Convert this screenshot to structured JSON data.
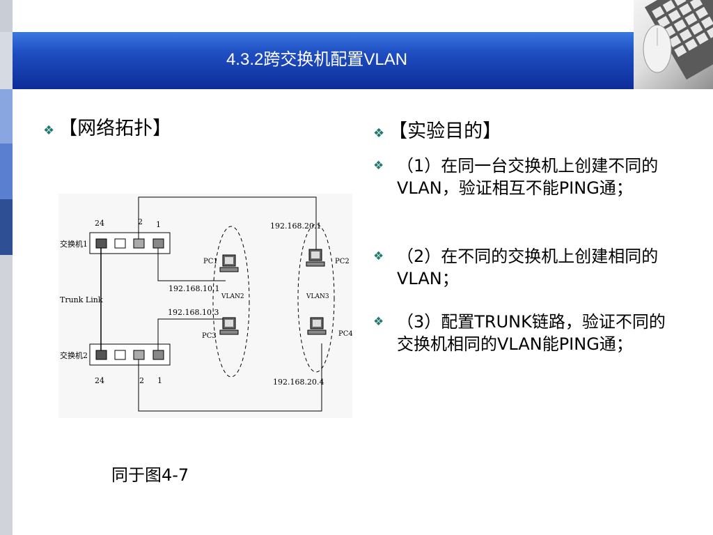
{
  "title": "4.3.2跨交换机配置VLAN",
  "left": {
    "heading": "【网络拓扑】",
    "caption": "同于图4-7"
  },
  "right": {
    "heading": "【实验目的】",
    "bullets": [
      "（1）在同一台交换机上创建不同的VLAN，验证相互不能PING通；",
      "（2）在不同的交换机上创建相同的VLAN；",
      "（3）配置TRUNK链路，验证不同的交换机相同的VLAN能PING通；"
    ]
  },
  "diagram": {
    "switch1": "交换机1",
    "switch2": "交换机2",
    "trunk": "Trunk Link",
    "port24": "24",
    "port2": "2",
    "port1": "1",
    "pc1": "PC1",
    "pc2": "PC2",
    "pc3": "PC3",
    "pc4": "PC4",
    "ip_pc1": "192.168.10.1",
    "ip_pc3": "192.168.10.3",
    "ip_pc2": "192.168.20.1",
    "ip_pc4": "192.168.20.4",
    "vlan2": "VLAN2",
    "vlan3": "VLAN3"
  },
  "colors": {
    "accent": "#0d2c98",
    "bullet": "#1f7a73",
    "strip": "#4a6fc0"
  }
}
